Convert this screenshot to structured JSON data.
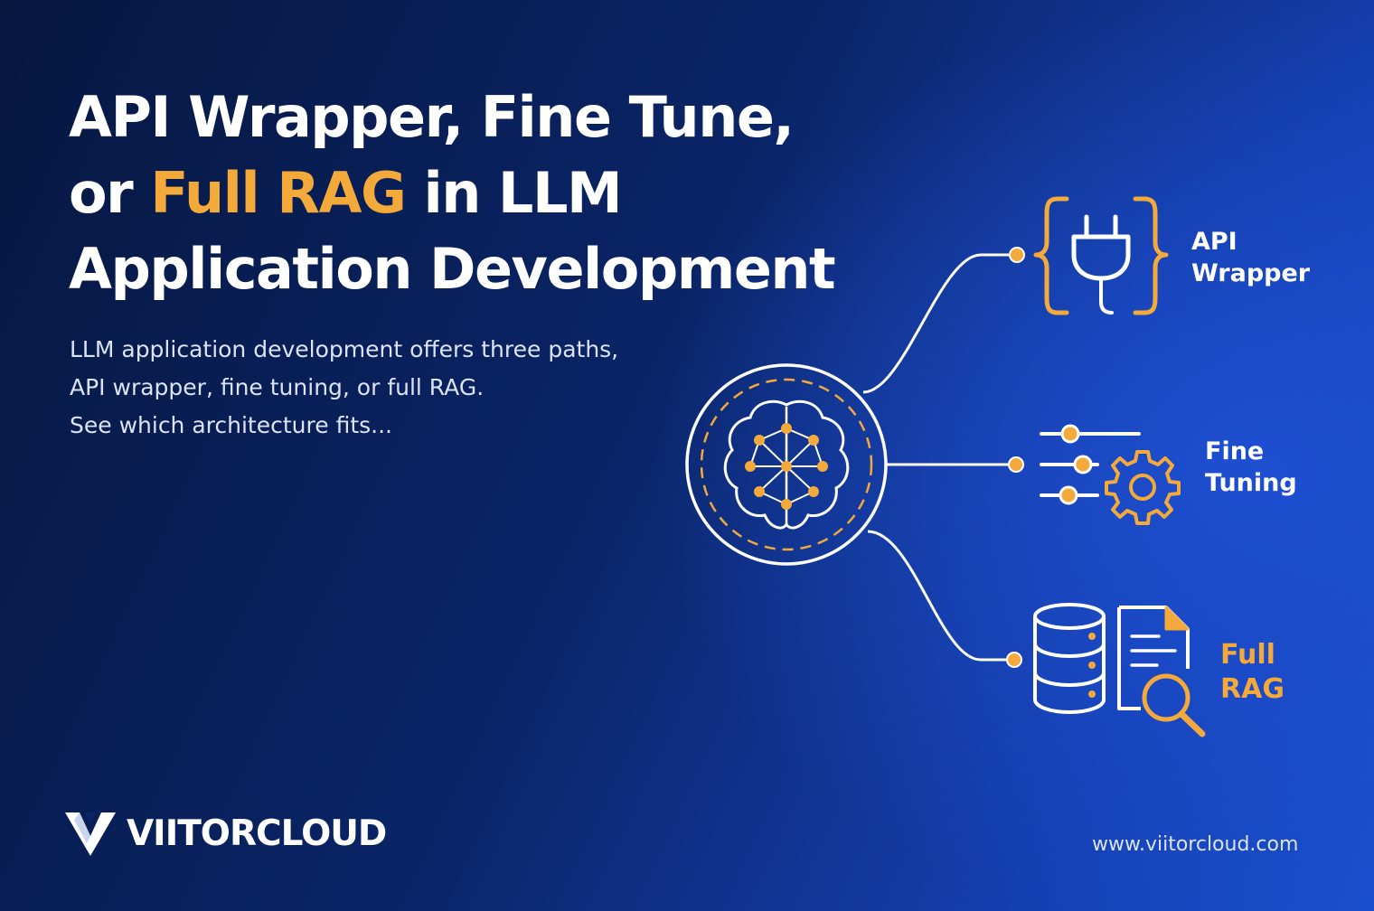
{
  "title": {
    "line1": "API Wrapper, Fine Tune,",
    "line2_prefix": "or ",
    "line2_highlight": "Full RAG",
    "line2_suffix": " in LLM",
    "line3": "Application Development"
  },
  "subtitle": {
    "line1": "LLM application development offers three paths,",
    "line2": "API wrapper, fine tuning, or full RAG.",
    "line3": "See which architecture fits..."
  },
  "diagram": {
    "center_icon": "brain-network-icon",
    "options": [
      {
        "line1": "API",
        "line2": "Wrapper",
        "icon": "plug-code-icon",
        "color": "#ffffff"
      },
      {
        "line1": "Fine",
        "line2": "Tuning",
        "icon": "sliders-gear-icon",
        "color": "#ffffff"
      },
      {
        "line1": "Full",
        "line2": "RAG",
        "icon": "database-search-icon",
        "color": "#f4a93b"
      }
    ]
  },
  "brand": {
    "name": "VIITORCLOUD",
    "logo_icon": "viitorcloud-logo-icon"
  },
  "website": "www.viitorcloud.com",
  "colors": {
    "accent": "#f4a93b",
    "background_dark": "#061740",
    "background_light": "#1a4fcf",
    "text": "#ffffff"
  }
}
